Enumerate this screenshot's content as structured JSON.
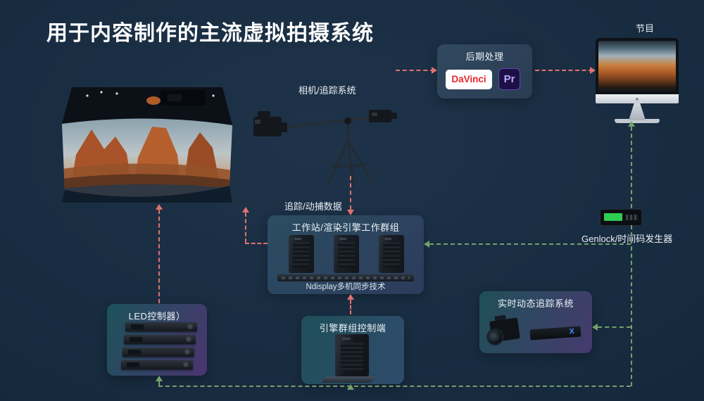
{
  "title": "用于内容制作的主流虚拟拍摄系统",
  "labels": {
    "program": "节目",
    "post_processing": "后期处理",
    "camera_tracking": "相机/追踪系统",
    "tracking_mocap_data": "追踪/动捕数据",
    "workstation": "工作站/渲染引擎工作群组",
    "ndisplay": "Ndisplay多机同步技术",
    "genlock": "Genlock/时间码发生器",
    "realtime_tracking": "实时动态追踪系统",
    "led_controller": "LED控制器）",
    "engine_control": "引擎群组控制端"
  },
  "logos": {
    "davinci": "DaVinci",
    "premiere": "Pr",
    "tracker_mark": "X"
  },
  "colors": {
    "arrow-red": "#e0716e",
    "arrow-green": "#74a06c",
    "davinci-red": "#e8262c",
    "premiere-bg": "#1d1044",
    "premiere-text": "#b9abff",
    "bg-top": "#1e3349",
    "bg-bottom": "#0f1e2f"
  }
}
